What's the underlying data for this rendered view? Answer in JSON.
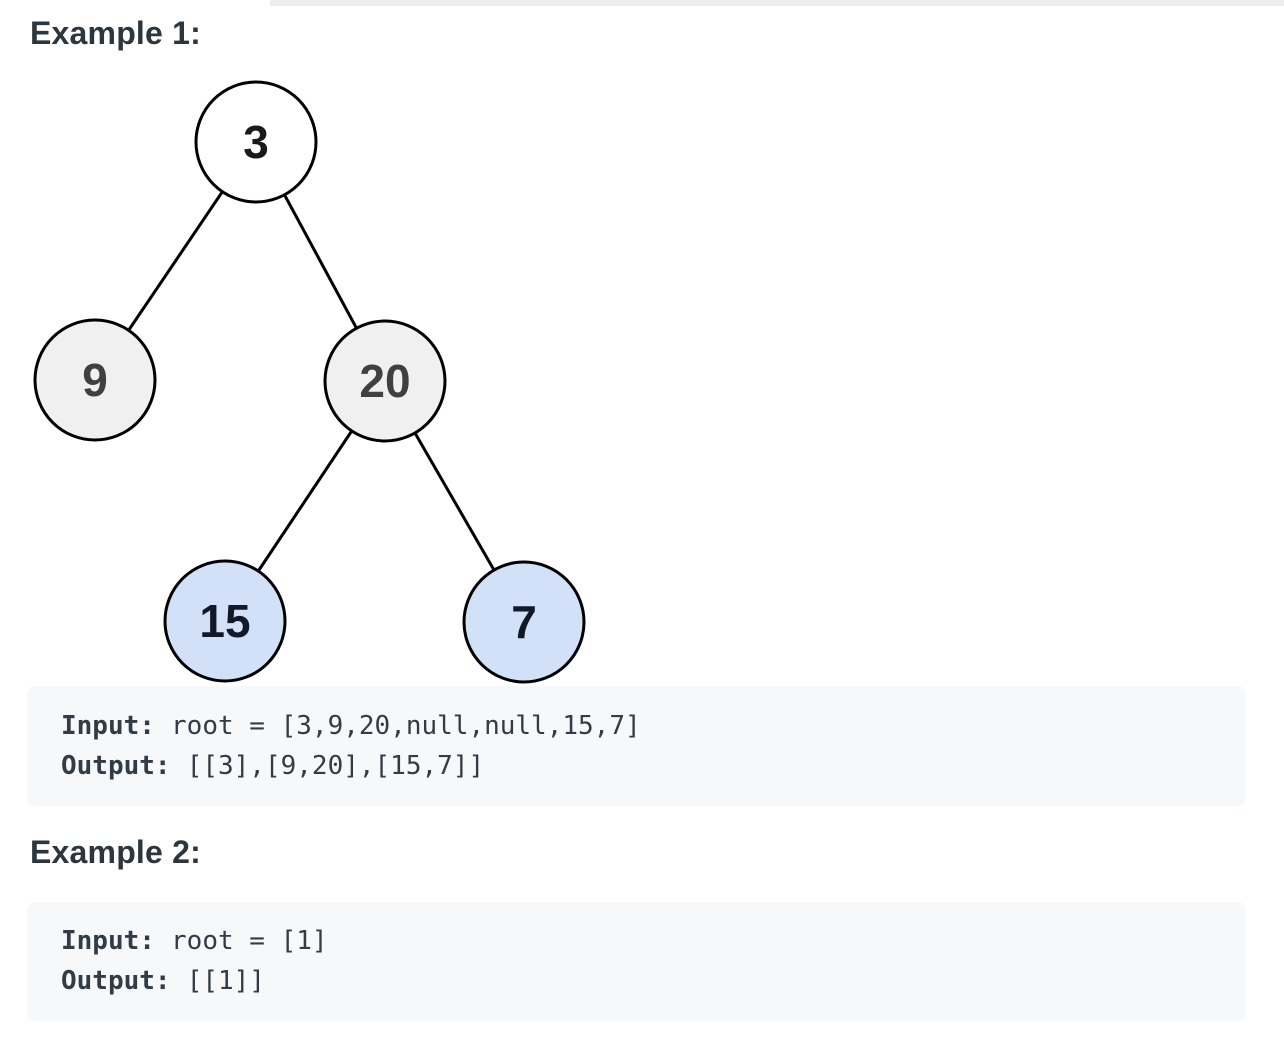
{
  "colors": {
    "page_background": "#ffffff",
    "top_strip": "#ededed",
    "heading_text": "#2c363e",
    "code_block_background": "#f7f8fa",
    "code_text": "#323c46",
    "node_border": "#000000",
    "node_fill_root": "#ffffff",
    "node_fill_gray": "#f0f0f0",
    "node_fill_blue": "#d3e1f8"
  },
  "tree": {
    "description": "binary tree diagram",
    "stroke": "#000000",
    "nodes": [
      {
        "value": "3",
        "fill": "#ffffff",
        "text_color": "#1a1a1a"
      },
      {
        "value": "9",
        "fill": "#f0f0f0",
        "text_color": "#404040"
      },
      {
        "value": "20",
        "fill": "#f0f0f0",
        "text_color": "#404040"
      },
      {
        "value": "15",
        "fill": "#d3e1f8",
        "text_color": "#111827"
      },
      {
        "value": "7",
        "fill": "#d3e1f8",
        "text_color": "#111827"
      }
    ],
    "edges": [
      [
        "3",
        "9"
      ],
      [
        "3",
        "20"
      ],
      [
        "20",
        "15"
      ],
      [
        "20",
        "7"
      ]
    ]
  },
  "examples": [
    {
      "heading": "Example 1:",
      "input_label": "Input:",
      "input_value": "root = [3,9,20,null,null,15,7]",
      "output_label": "Output:",
      "output_value": "[[3],[9,20],[15,7]]"
    },
    {
      "heading": "Example 2:",
      "input_label": "Input:",
      "input_value": "root = [1]",
      "output_label": "Output:",
      "output_value": "[[1]]"
    }
  ]
}
